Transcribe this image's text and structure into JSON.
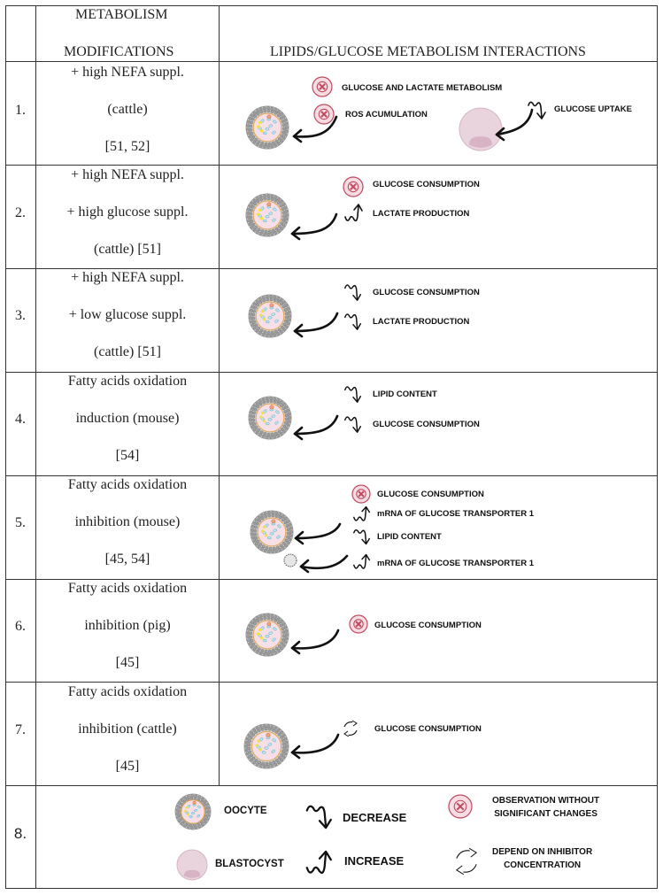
{
  "header": {
    "col2_line1": "METABOLISM",
    "col2_line2": "MODIFICATIONS",
    "col3": "LIPIDS/GLUCOSE METABOLISM INTERACTIONS"
  },
  "rows": [
    {
      "num": "1.",
      "mod": [
        "+ high NEFA suppl.",
        "(cattle)",
        "[51, 52]"
      ],
      "labels": [
        "GLUCOSE AND LACTATE METABOLISM",
        "ROS ACUMULATION",
        "GLUCOSE UPTAKE"
      ]
    },
    {
      "num": "2.",
      "mod": [
        "+ high NEFA suppl.",
        "+ high glucose suppl.",
        "(cattle) [51]"
      ],
      "labels": [
        "GLUCOSE CONSUMPTION",
        "LACTATE PRODUCTION"
      ]
    },
    {
      "num": "3.",
      "mod": [
        "+ high NEFA  suppl.",
        "+ low glucose  suppl.",
        "(cattle) [51]"
      ],
      "labels": [
        "GLUCOSE CONSUMPTION",
        "LACTATE PRODUCTION"
      ]
    },
    {
      "num": "4.",
      "mod": [
        "Fatty acids oxidation",
        "induction (mouse)",
        "[54]"
      ],
      "labels": [
        "LIPID CONTENT",
        "GLUCOSE CONSUMPTION"
      ]
    },
    {
      "num": "5.",
      "mod": [
        "Fatty acids oxidation",
        "inhibition (mouse)",
        "[45, 54]"
      ],
      "labels": [
        "GLUCOSE CONSUMPTION",
        "mRNA OF GLUCOSE TRANSPORTER 1",
        "LIPID CONTENT",
        "mRNA OF GLUCOSE TRANSPORTER 1"
      ]
    },
    {
      "num": "6.",
      "mod": [
        "Fatty acids oxidation",
        "inhibition (pig)",
        "[45]"
      ],
      "labels": [
        "GLUCOSE CONSUMPTION"
      ]
    },
    {
      "num": "7.",
      "mod": [
        "Fatty acids oxidation",
        "inhibition (cattle)",
        "[45]"
      ],
      "labels": [
        "GLUCOSE CONSUMPTION"
      ]
    }
  ],
  "legend": {
    "num": "8.",
    "oocyte": "OOCYTE",
    "blastocyst": "BLASTOCYST",
    "decrease": "DECREASE",
    "increase": "INCREASE",
    "no_change_line1": "OBSERVATION WITHOUT",
    "no_change_line2": "SIGNIFICANT CHANGES",
    "depend_line1": "DEPEND ON INHIBITOR",
    "depend_line2": "CONCENTRATION"
  },
  "colors": {
    "border": "#333333",
    "no_change_icon": "#c04a5e",
    "blastocyst": "#e9d3dc",
    "oocyte_shell": "#9a9a9a",
    "oocyte_inner": "#f6dfe6"
  }
}
